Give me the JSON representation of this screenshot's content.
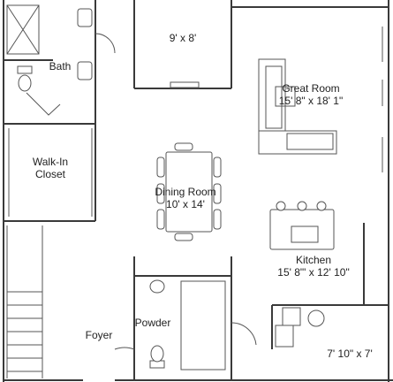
{
  "rooms": {
    "bath": {
      "name": "Bath"
    },
    "walk_in_closet": {
      "name_line1": "Walk-In",
      "name_line2": "Closet"
    },
    "patio": {
      "dims": "9' x 8'"
    },
    "great_room": {
      "name": "Great Room",
      "dims": "15' 8\" x 18' 1\""
    },
    "dining_room": {
      "name": "Dining Room",
      "dims": "10' x 14'"
    },
    "kitchen": {
      "name": "Kitchen",
      "dims": "15' 8\"' x 12' 10\""
    },
    "powder": {
      "name": "Powder"
    },
    "foyer": {
      "name": "Foyer"
    },
    "pantry": {
      "dims": "7' 10\" x 7'"
    }
  },
  "colors": {
    "wall": "#3a3a3a",
    "fixture": "#555555",
    "background": "#ffffff"
  }
}
